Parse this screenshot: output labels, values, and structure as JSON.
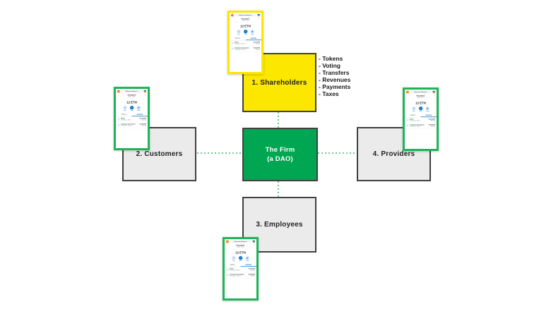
{
  "diagram": {
    "center": {
      "line1": "The Firm",
      "line2": "(a DAO)"
    },
    "nodes": {
      "shareholders": {
        "label": "1. Shareholders"
      },
      "customers": {
        "label": "2. Customers"
      },
      "employees": {
        "label": "3. Employees"
      },
      "providers": {
        "label": "4. Providers"
      }
    },
    "shareholder_features": [
      "- Tokens",
      "- Voting",
      "- Transfers",
      "- Revenues",
      "- Payments",
      "- Taxes"
    ],
    "colors": {
      "shareholders_fill": "#FBE700",
      "firm_fill": "#00A651",
      "node_fill": "#EBEBEB",
      "node_border": "#414042",
      "connector": "#6FC493",
      "wallet_border_green": "#1FB45A",
      "wallet_border_yellow": "#FBE700"
    }
  },
  "wallet": {
    "network_label": "Ethereum Mainnet",
    "network_chevron": "▾",
    "menu_icon": "⋮",
    "account_name": "Account 1",
    "account_sub": "0x8C...F2a1",
    "balance": "12 ETH",
    "actions": [
      {
        "label": "Buy",
        "glyph": "+"
      },
      {
        "label": "Send",
        "glyph": "↗"
      },
      {
        "label": "Swap",
        "glyph": "⇄"
      }
    ],
    "tabs": [
      {
        "label": "Tokens"
      },
      {
        "label": "Activity"
      }
    ],
    "transactions": [
      {
        "icon": "↗",
        "title": "Send",
        "status": "Confirmed",
        "date": " · Mar 1",
        "amount": "-0.01 ETH",
        "amount_sub": "-$12.10"
      },
      {
        "icon": "≡",
        "title": "Contract interaction",
        "status": "Confirmed",
        "date": " · Feb 27",
        "amount": "-0.02 ETH",
        "amount_sub": "-$24.20"
      }
    ]
  }
}
